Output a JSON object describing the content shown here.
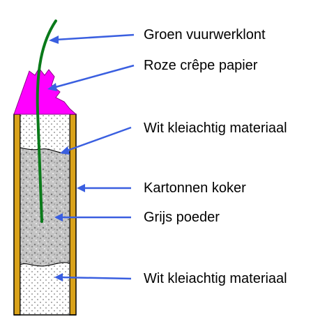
{
  "labels": {
    "fuse": "Groen vuurwerklont",
    "paper": "Roze crêpe papier",
    "clay_top": "Wit kleiachtig materiaal",
    "tube": "Kartonnen koker",
    "powder": "Grijs poeder",
    "clay_bottom": "Wit kleiachtig materiaal"
  },
  "colors": {
    "fuse": "#0a7a1a",
    "paper": "#ff00ff",
    "tube": "#d9a21a",
    "arrow": "#3a5fe0",
    "powder": "#b8b8b8",
    "clay": "#ffffff"
  }
}
